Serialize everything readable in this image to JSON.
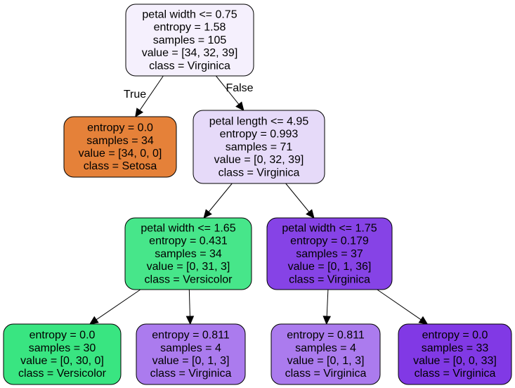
{
  "nodes": [
    {
      "id": "n0",
      "fill": "#f5f0fd",
      "lines": [
        "petal width <= 0.75",
        "entropy = 1.58",
        "samples = 105",
        "value = [34, 32, 39]",
        "class = Virginica"
      ]
    },
    {
      "id": "n1",
      "fill": "#e58139",
      "lines": [
        "entropy = 0.0",
        "samples = 34",
        "value = [34, 0, 0]",
        "class = Setosa"
      ]
    },
    {
      "id": "n2",
      "fill": "#e6daf9",
      "lines": [
        "petal length <= 4.95",
        "entropy = 0.993",
        "samples = 71",
        "value = [0, 32, 39]",
        "class = Virginica"
      ]
    },
    {
      "id": "n3",
      "fill": "#47e68a",
      "lines": [
        "petal width <= 1.65",
        "entropy = 0.431",
        "samples = 34",
        "value = [0, 31, 3]",
        "class = Versicolor"
      ]
    },
    {
      "id": "n4",
      "fill": "#8643e6",
      "lines": [
        "petal width <= 1.75",
        "entropy = 0.179",
        "samples = 37",
        "value = [0, 1, 36]",
        "class = Virginica"
      ]
    },
    {
      "id": "n5",
      "fill": "#39e581",
      "lines": [
        "entropy = 0.0",
        "samples = 30",
        "value = [0, 30, 0]",
        "class = Versicolor"
      ]
    },
    {
      "id": "n6",
      "fill": "#ab7bee",
      "lines": [
        "entropy = 0.811",
        "samples = 4",
        "value = [0, 1, 3]",
        "class = Virginica"
      ]
    },
    {
      "id": "n7",
      "fill": "#ab7bee",
      "lines": [
        "entropy = 0.811",
        "samples = 4",
        "value = [0, 1, 3]",
        "class = Virginica"
      ]
    },
    {
      "id": "n8",
      "fill": "#8139e5",
      "lines": [
        "entropy = 0.0",
        "samples = 33",
        "value = [0, 0, 33]",
        "class = Virginica"
      ]
    }
  ],
  "edges": [
    {
      "from": "n0",
      "to": "n1",
      "label": "True"
    },
    {
      "from": "n0",
      "to": "n2",
      "label": "False"
    },
    {
      "from": "n2",
      "to": "n3",
      "label": ""
    },
    {
      "from": "n2",
      "to": "n4",
      "label": ""
    },
    {
      "from": "n3",
      "to": "n5",
      "label": ""
    },
    {
      "from": "n3",
      "to": "n6",
      "label": ""
    },
    {
      "from": "n4",
      "to": "n7",
      "label": ""
    },
    {
      "from": "n4",
      "to": "n8",
      "label": ""
    }
  ]
}
